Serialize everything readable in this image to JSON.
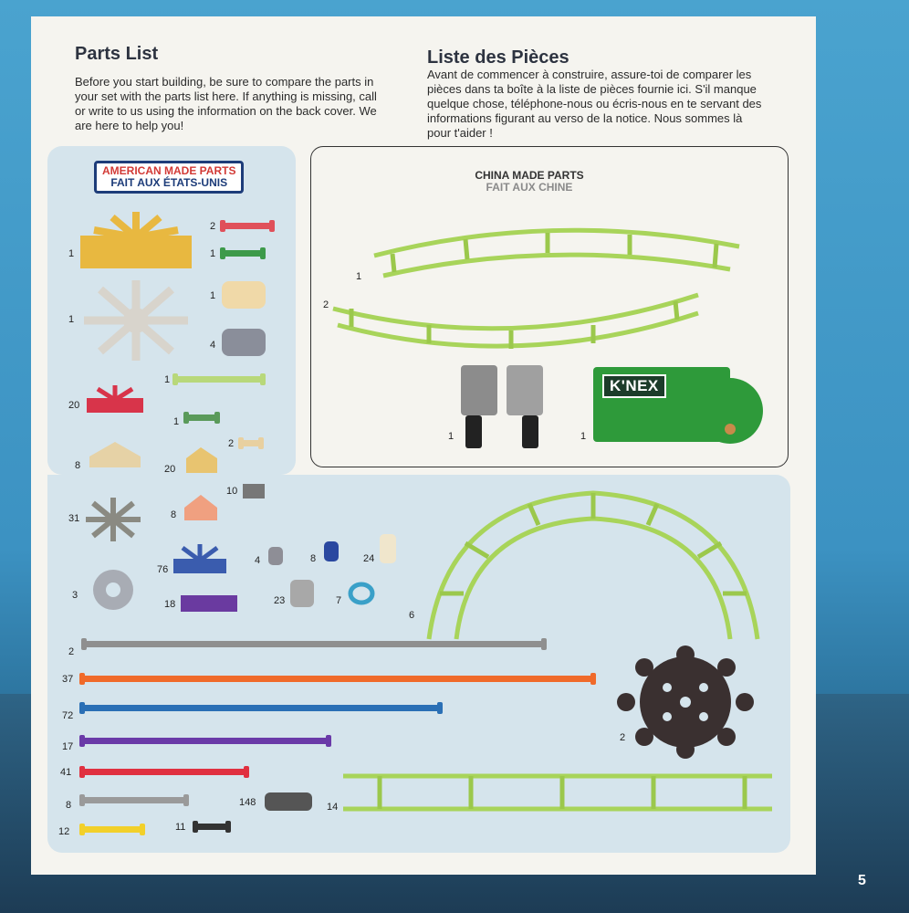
{
  "page_number": "5",
  "english": {
    "title": "Parts List",
    "intro": "Before you start building, be sure to compare the parts in your set with the parts list here. If anything is missing, call or write to us using the information on the back cover. We are here to help you!"
  },
  "french": {
    "title": "Liste des Pièces",
    "intro": "Avant de commencer à construire, assure-toi de comparer les pièces dans ta boîte à la liste de pièces fournie ici. S'il manque quelque chose, téléphone-nous ou écris-nous en te servant des informations figurant au verso de la notice. Nous sommes là  pour t'aider !"
  },
  "american_tag": {
    "line1": "AMERICAN MADE PARTS",
    "line2": "FAIT AUX ÉTATS-UNIS"
  },
  "china_tag": {
    "line1": "CHINA MADE PARTS",
    "line2": "FAIT AUX CHINE"
  },
  "brand_logo": "K'NEX",
  "quantities": {
    "yellow_connector": "1",
    "white_connector": "1",
    "red_rod_small": "2",
    "green_small_1": "1",
    "tan_clip": "1",
    "gray_clip": "4",
    "green_long": "1",
    "red_half": "20",
    "green_small_2": "1",
    "tan_small": "2",
    "tan_half": "8",
    "yellow_half": "20",
    "gray_bracket": "10",
    "gray_8way": "31",
    "orange_half": "8",
    "blue_half": "76",
    "gray_spacer_s": "4",
    "blue_spacer": "8",
    "tan_spacer": "24",
    "gray_wheel": "3",
    "purple_bar": "18",
    "gray_spacer_l": "23",
    "blue_ring": "7",
    "track_curve_1": "1",
    "track_curve_2": "2",
    "motor_half": "1",
    "motor": "1",
    "track_arch": "6",
    "gear": "2",
    "track_straight": "14",
    "rod_gray_long": "2",
    "rod_orange": "37",
    "rod_blue": "72",
    "rod_purple": "17",
    "rod_red": "41",
    "rod_gray_short": "8",
    "rod_yellow": "12",
    "gray_clip_small": "148",
    "black_rod_tiny": "11"
  },
  "colors": {
    "track": "#a8d45a",
    "motor": "#2e9a3a",
    "rod_gray": "#8f8f8f",
    "rod_orange": "#f06a2a",
    "rod_blue": "#2a6fb5",
    "rod_purple": "#6a3aa8",
    "rod_red": "#e03040",
    "rod_yellow": "#f2d02a",
    "gear": "#3a3030"
  }
}
